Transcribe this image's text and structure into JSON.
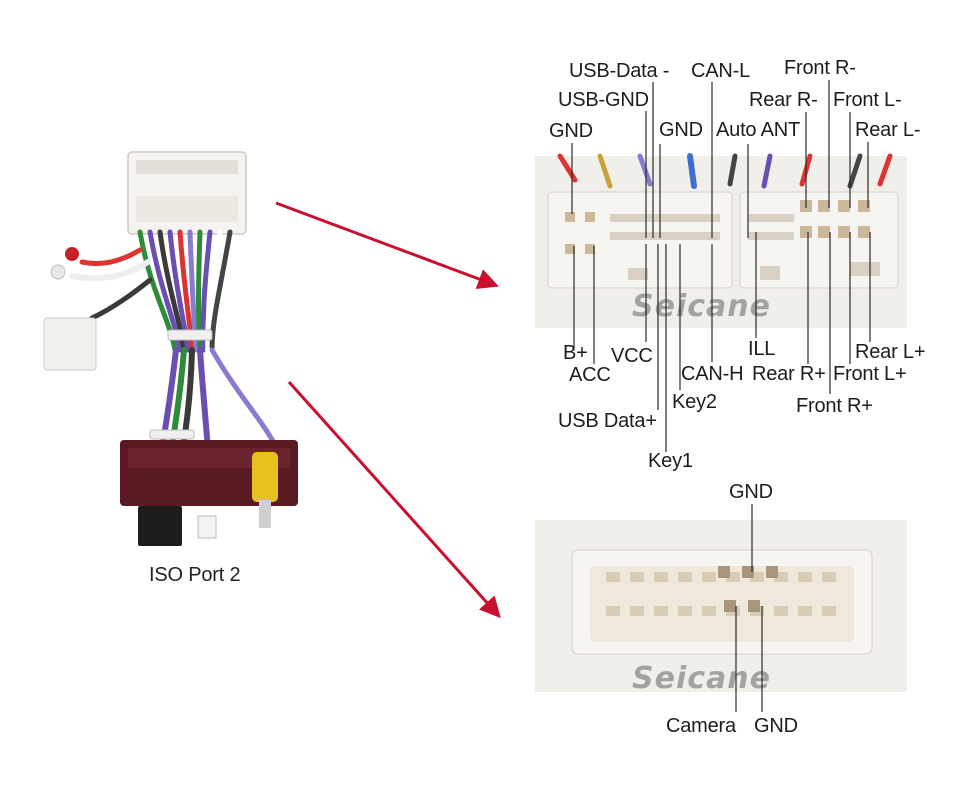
{
  "caption": "ISO Port 2",
  "watermark": "Seicane",
  "colors": {
    "arrow": "#c8102e",
    "connector": "#f1efea",
    "leader": "#2a2a2a",
    "wire_purple": "#6a4fb3",
    "wire_green": "#2e8b3a",
    "wire_red": "#c8202a",
    "module": "#5a1a22",
    "rca_yellow": "#e7c11e"
  },
  "top_connector": {
    "top_labels": {
      "usb_data_minus": "USB-Data -",
      "can_l": "CAN-L",
      "front_r_minus": "Front R-",
      "usb_gnd": "USB-GND",
      "rear_r_minus": "Rear R-",
      "front_l_minus": "Front L-",
      "gnd_left": "GND",
      "gnd_mid": "GND",
      "auto_ant": "Auto ANT",
      "rear_l_minus": "Rear L-"
    },
    "bottom_labels": {
      "b_plus": "B+",
      "vcc": "VCC",
      "acc": "ACC",
      "ill": "ILL",
      "rear_l_plus": "Rear L+",
      "can_h": "CAN-H",
      "rear_r_plus": "Rear R+",
      "front_l_plus": "Front L+",
      "front_r_plus": "Front R+",
      "key2": "Key2",
      "usb_data_plus": "USB Data+",
      "key1": "Key1"
    }
  },
  "bottom_connector": {
    "gnd_top": "GND",
    "camera": "Camera",
    "gnd_bottom": "GND"
  }
}
